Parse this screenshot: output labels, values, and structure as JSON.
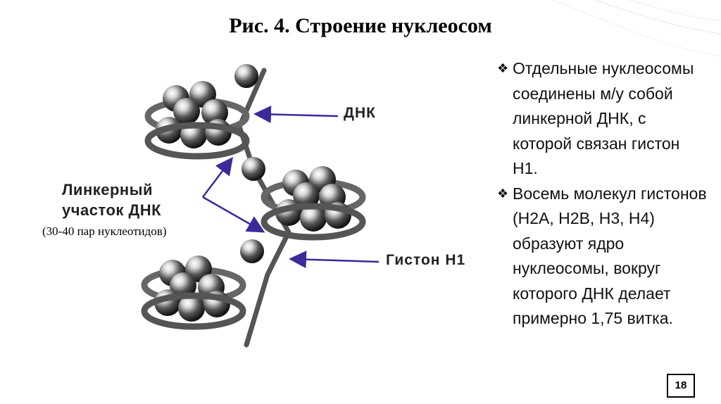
{
  "slide": {
    "title": "Рис. 4. Строение нуклеосом",
    "page_number": "18"
  },
  "diagram": {
    "label_dna": "ДНК",
    "label_histone": "Гистон Н1",
    "label_linker": "Линкерный участок ДНК",
    "label_linker_line1": "Линкерный",
    "label_linker_line2": "участок ДНК",
    "label_linker_sub": "(30-40 пар нуклеотидов)",
    "arrow_color": "#3a2a9a"
  },
  "bullets": [
    {
      "mark": "❖",
      "text": "Отдельные нуклеосомы соединены м/у собой линкерной ДНК, с которой связан гистон Н1."
    },
    {
      "mark": "❖",
      "text": "Восемь молекул гистонов (Н2А, Н2В, Н3, Н4) образуют ядро нуклеосомы, вокруг которого ДНК делает примерно 1,75 витка."
    }
  ]
}
